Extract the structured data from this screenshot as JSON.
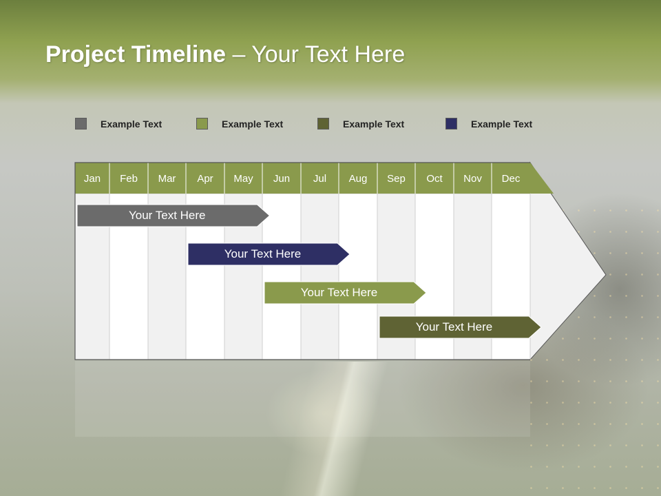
{
  "title": {
    "bold": "Project Timeline",
    "rest": " – Your Text Here"
  },
  "legend": [
    {
      "label": "Example Text",
      "color": "#6b6b6b"
    },
    {
      "label": "Example Text",
      "color": "#8a9a4c"
    },
    {
      "label": "Example Text",
      "color": "#5f6334"
    },
    {
      "label": "Example Text",
      "color": "#2e2f64"
    }
  ],
  "months": [
    "Jan",
    "Feb",
    "Mar",
    "Apr",
    "May",
    "Jun",
    "Jul",
    "Aug",
    "Sep",
    "Oct",
    "Nov",
    "Dec"
  ],
  "colors": {
    "header": "#8a9a4c",
    "grid_border": "#555555",
    "column_light": "#f1f1f1",
    "column_white": "#ffffff"
  },
  "tasks": [
    {
      "label": "Your  Text Here",
      "start": 1,
      "end": 4.9,
      "color": "#6b6b6b"
    },
    {
      "label": "Your  Text Here",
      "start": 4,
      "end": 7,
      "color": "#2e2f64"
    },
    {
      "label": "Your  Text Here",
      "start": 6,
      "end": 9,
      "color": "#8a9a4c"
    },
    {
      "label": "Your  Text Here",
      "start": 9,
      "end": 12,
      "color": "#5f6334"
    }
  ]
}
